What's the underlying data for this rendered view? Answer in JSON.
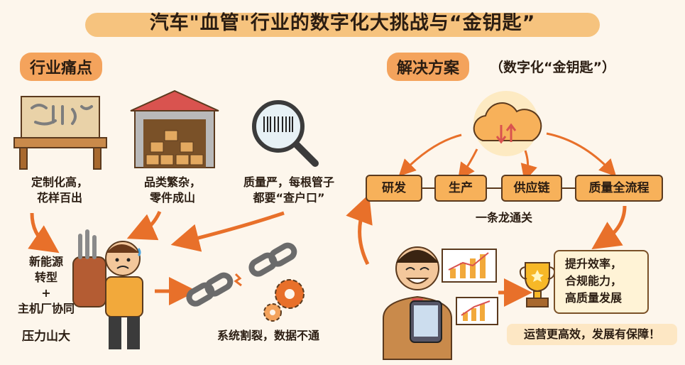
{
  "title": "汽车\"血管\"行业的数字化大挑战与“金钥匙”",
  "left": {
    "heading": "行业痛点",
    "pain_points": [
      "定制化高，\n花样百出",
      "品类繁杂，\n零件成山",
      "质量严，每根管子\n都要“查户口”"
    ],
    "pressure_lines": [
      "新能源",
      "转型",
      "+",
      "主机厂协同"
    ],
    "pressure_caption": "压力山大",
    "broken_caption": "系统割裂，数据不通"
  },
  "right": {
    "heading": "解决方案",
    "subheading": "（数字化“金钥匙”）",
    "flow": [
      "研发",
      "生产",
      "供应链",
      "质量全流程"
    ],
    "flow_caption": "一条龙通关",
    "benefits": [
      "提升效率，",
      "合规能力，",
      "高质量发展"
    ],
    "slogan": "运营更高效，发展有保障！"
  },
  "colors": {
    "background": "#fdf6ec",
    "accent": "#f4a35c",
    "box": "#f7b15a",
    "arrow": "#e8702a",
    "outline": "#5b3a1e"
  },
  "icons": [
    "workbench-icon",
    "warehouse-icon",
    "barcode-magnifier-icon",
    "stressed-worker-icon",
    "broken-chain-icon",
    "gear-icon",
    "cloud-icon",
    "businessman-icon",
    "chart-icon",
    "tablet-icon",
    "trophy-icon"
  ]
}
